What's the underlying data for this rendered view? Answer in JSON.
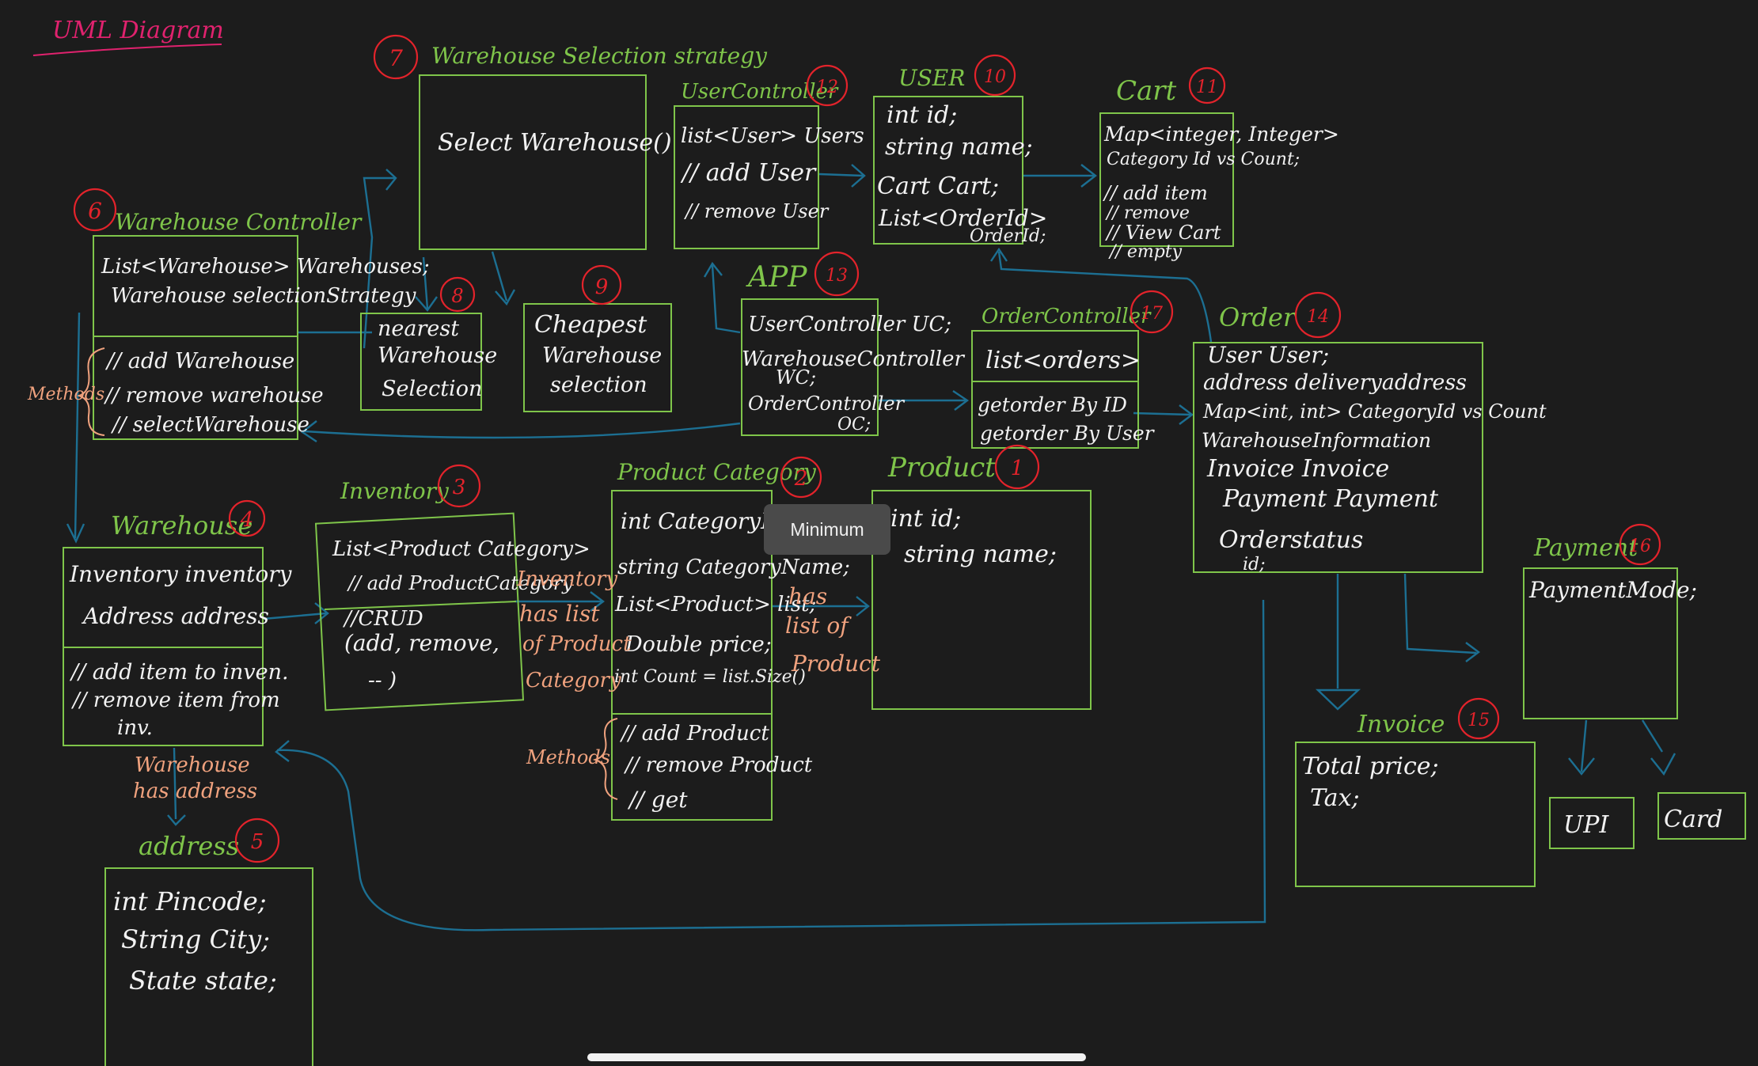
{
  "title": "UML Diagram",
  "colors": {
    "background": "#1c1c1c",
    "title": "#e0226e",
    "class_name": "#7fc54a",
    "body_text": "#f2f2f2",
    "note": "#f0a27e",
    "arrow": "#1c6f92",
    "number": "#e3232b"
  },
  "classes": {
    "product": {
      "name": "Product",
      "num": "1",
      "attrs": [
        "int id;",
        "string name;"
      ]
    },
    "category": {
      "name": "Product Category",
      "num": "2",
      "attrs": [
        "int CategoryId",
        "string CategoryName;",
        "List<Product> list;",
        "Double price;",
        "int Count = list.Size()"
      ],
      "methods": [
        "// add Product",
        "// remove Product",
        "// get"
      ]
    },
    "inventory": {
      "name": "Inventory",
      "num": "3",
      "attrs": [
        "List<Product Category>",
        "// add ProductCategory"
      ],
      "methods": [
        "//CRUD",
        "(add, remove,",
        "-- )"
      ]
    },
    "warehouse": {
      "name": "Warehouse",
      "num": "4",
      "attrs": [
        "Inventory inventory",
        "Address address"
      ],
      "methods": [
        "// add item to inven.",
        "// remove item from",
        "inv."
      ]
    },
    "address": {
      "name": "address",
      "num": "5",
      "attrs": [
        "int Pincode;",
        "String City;",
        "State state;"
      ]
    },
    "whController": {
      "name": "Warehouse Controller",
      "num": "6",
      "attrs": [
        "List<Warehouse> Warehouses;",
        "Warehouse selectionStrategy"
      ],
      "methods": [
        "// add Warehouse",
        "// remove warehouse",
        "// selectWarehouse"
      ]
    },
    "strategy": {
      "name": "Warehouse Selection strategy",
      "num": "7",
      "attrs": [
        "Select Warehouse()"
      ]
    },
    "nearest": {
      "num": "8",
      "lines": [
        "nearest",
        "Warehouse",
        "Selection"
      ]
    },
    "cheapest": {
      "num": "9",
      "lines": [
        "Cheapest",
        "Warehouse",
        "selection"
      ]
    },
    "user": {
      "name": "USER",
      "num": "10",
      "attrs": [
        "int id;",
        "string name;",
        "Cart Cart;",
        "List<OrderId>"
      ],
      "extra": "OrderId;"
    },
    "cart": {
      "name": "Cart",
      "num": "11",
      "attrs": [
        "Map<integer, Integer>",
        "Category Id vs Count;",
        "// add item",
        "// remove",
        "// View Cart",
        "// empty"
      ]
    },
    "userController": {
      "name": "UserController",
      "num": "12",
      "attrs": [
        "list<User> Users",
        "// add User",
        "// remove User"
      ]
    },
    "app": {
      "name": "APP",
      "num": "13",
      "attrs": [
        "UserController UC;",
        "WarehouseController",
        "WC;",
        "OrderController",
        "OC;"
      ]
    },
    "order": {
      "name": "Order",
      "num": "14",
      "attrs": [
        "User User;",
        "address deliveryaddress",
        "Map<int, int> CategoryId vs Count",
        "WarehouseInformation",
        "Invoice Invoice",
        "Payment Payment",
        "Orderstatus",
        "id;"
      ]
    },
    "invoice": {
      "name": "Invoice",
      "num": "15",
      "attrs": [
        "Total price;",
        "Tax;"
      ]
    },
    "payment": {
      "name": "Payment",
      "num": "16",
      "attrs": [
        "PaymentMode;"
      ]
    },
    "orderController": {
      "name": "OrderController",
      "num": "17",
      "attrs": [
        "list<orders>"
      ],
      "methods": [
        "getorder By ID",
        "getorder By User"
      ]
    },
    "upi": {
      "name": "UPI"
    },
    "card": {
      "name": "Card"
    }
  },
  "notes": {
    "methods_left": "Methods",
    "wh_address": [
      "Warehouse",
      "has address"
    ],
    "inv_category": [
      "Inventory",
      "has list",
      "of Product",
      "Category"
    ],
    "has_list_product": [
      "has",
      "list of",
      "Product"
    ],
    "methods_cat": "Methods"
  },
  "tooltip": "Minimum"
}
